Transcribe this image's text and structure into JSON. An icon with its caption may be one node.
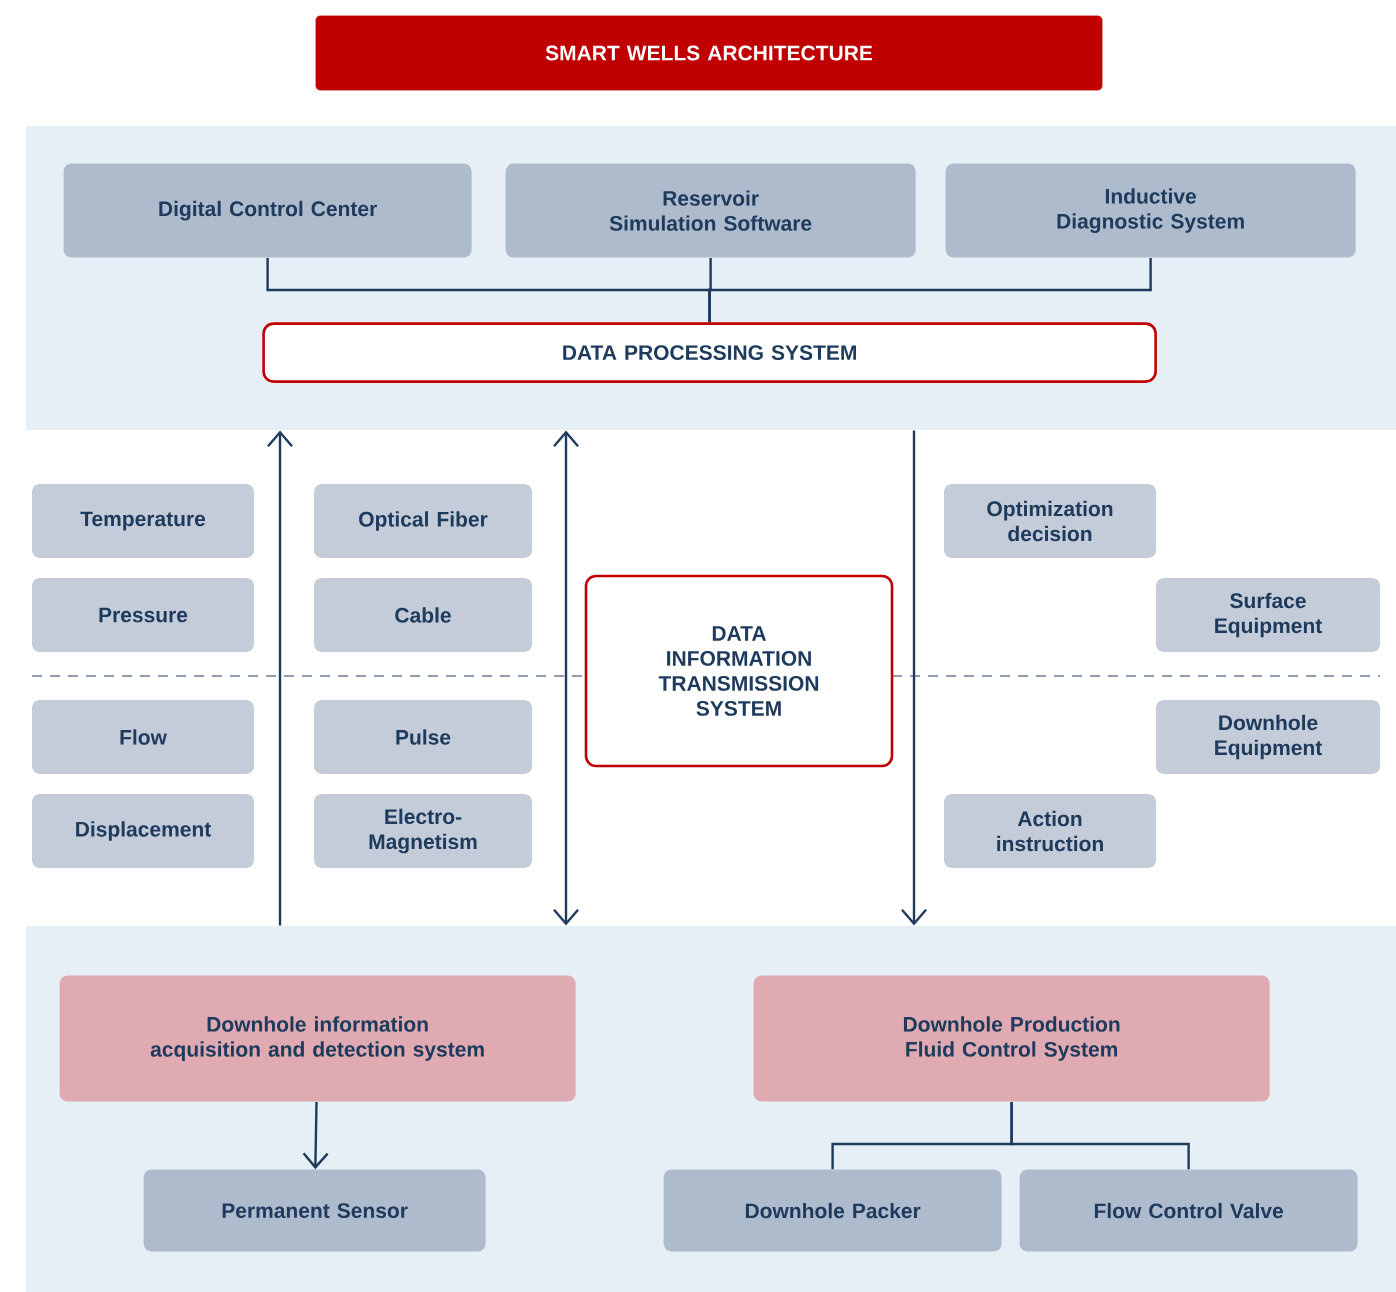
{
  "diagram": {
    "nodes": [
      {
        "text": [
          "SMART WELLS ARCHITECTURE"
        ]
      },
      {
        "text": [],
        "shape": "box"
      },
      {
        "text": [
          "Digital Control Center"
        ],
        "in": 1
      },
      {
        "text": [
          "Reservoir Simulation Software"
        ],
        "in": 1
      },
      {
        "text": [
          "Inductive Diagnostic System"
        ],
        "in": 1
      },
      {
        "text": [
          "DATA PROCESSING SYSTEM"
        ],
        "in": 1
      },
      {
        "text": [
          "Temperature"
        ]
      },
      {
        "text": [
          "Optical Fiber"
        ]
      },
      {
        "text": [
          "Optimization decision"
        ]
      },
      {
        "text": [
          "Pressure"
        ]
      },
      {
        "text": [
          "Cable"
        ]
      },
      {
        "text": [
          "DATA INFORMATION TRANSMISSION SYSTEM"
        ]
      },
      {
        "text": [
          "Surface Equipment"
        ]
      },
      {
        "text": [
          "Downhole Equipment"
        ]
      },
      {
        "text": [
          "Flow"
        ]
      },
      {
        "text": [
          "Pulse"
        ]
      },
      {
        "text": [
          "Displacement"
        ]
      },
      {
        "text": [
          "Electro-Magnetism"
        ]
      },
      {
        "text": [
          "Action instruction"
        ]
      },
      {
        "text": [],
        "shape": "box"
      },
      {
        "text": [
          "Downhole information acquisition and detection system"
        ],
        "in": 19
      },
      {
        "text": [
          "Downhole Production Fluid Control System"
        ],
        "in": 19
      },
      {
        "text": [
          "Permanent Sensor"
        ],
        "in": 19
      },
      {
        "text": [
          "Downhole Packer"
        ],
        "in": 19
      },
      {
        "text": [
          "Flow Control Valve"
        ],
        "in": 19
      }
    ],
    "edges": [
      {
        "from": 2,
        "to": 5,
        "arrow": "none"
      },
      {
        "from": 3,
        "to": 5,
        "arrow": "none"
      },
      {
        "from": 4,
        "to": 5,
        "arrow": "none"
      },
      {
        "from": 19,
        "to": 1,
        "arrow": "to"
      },
      {
        "from": 19,
        "to": 1,
        "arrow": "both"
      },
      {
        "from": 1,
        "to": 19,
        "arrow": "to"
      },
      {
        "from": 20,
        "to": 22,
        "arrow": "to"
      },
      {
        "from": 21,
        "to": 23,
        "arrow": "none"
      },
      {
        "from": 21,
        "to": 24,
        "arrow": "none"
      }
    ]
  }
}
